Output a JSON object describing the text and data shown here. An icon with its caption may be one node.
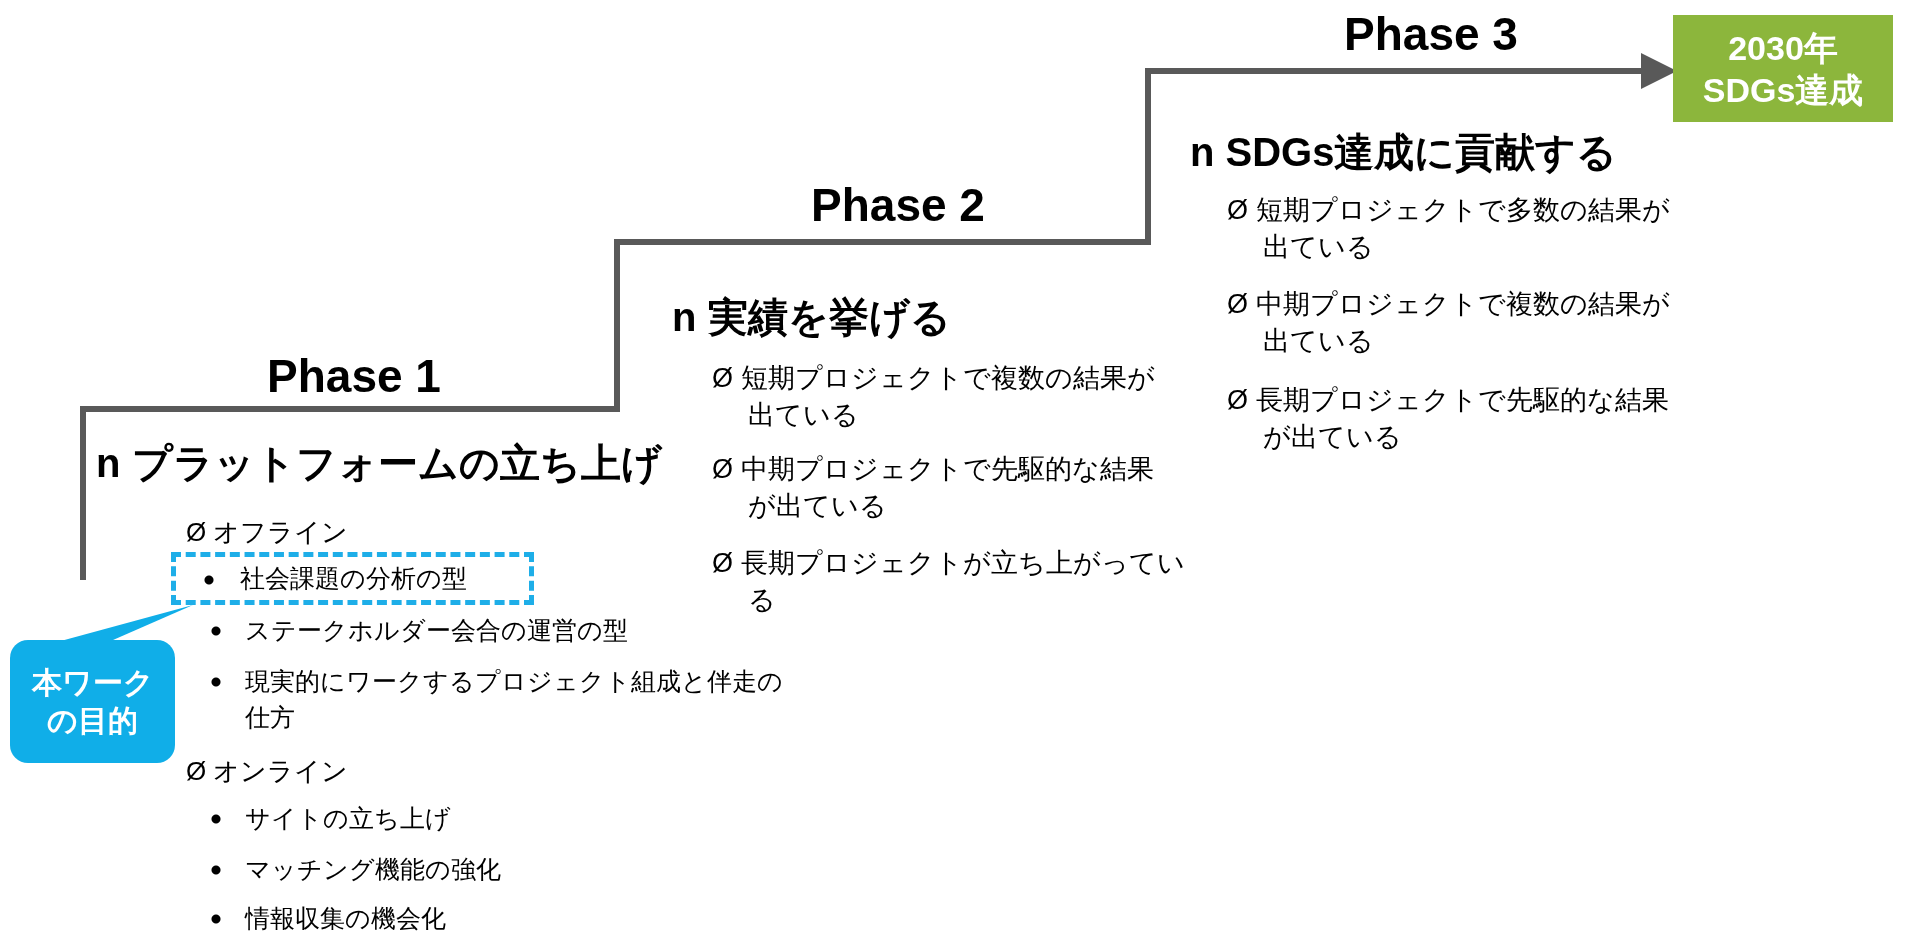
{
  "diagram": {
    "nodes": [
      {
        "text": [
          "2030年 SDGs達成"
        ]
      },
      {
        "text": [
          "社会課題の分析の型"
        ]
      },
      {
        "text": [
          "本ワークの目的"
        ]
      }
    ],
    "edges": [
      {
        "from": null,
        "to": 0,
        "arrow": "to"
      },
      {
        "from": 2,
        "to": 1,
        "arrow": "none"
      }
    ],
    "labels": [
      "Phase 1",
      "n プラットフォームの立ち上げ",
      "Ø オフライン",
      "ステークホルダー会合の運営の型",
      "現実的にワークするプロジェクト組成と伴走の仕方",
      "Ø オンライン",
      "サイトの立ち上げ",
      "マッチング機能の強化",
      "情報収集の機会化",
      "Phase 2",
      "n 実績を挙げる",
      "Ø 短期プロジェクトで複数の結果が出ている",
      "Ø 中期プロジェクトで先駆的な結果が出ている",
      "Ø 長期プロジェクトが立ち上がっている",
      "Phase 3",
      "n SDGs達成に貢献する",
      "Ø 短期プロジェクトで多数の結果が出ている",
      "Ø 中期プロジェクトで複数の結果が出ている",
      "Ø 長期プロジェクトで先駆的な結果が出ている"
    ]
  }
}
